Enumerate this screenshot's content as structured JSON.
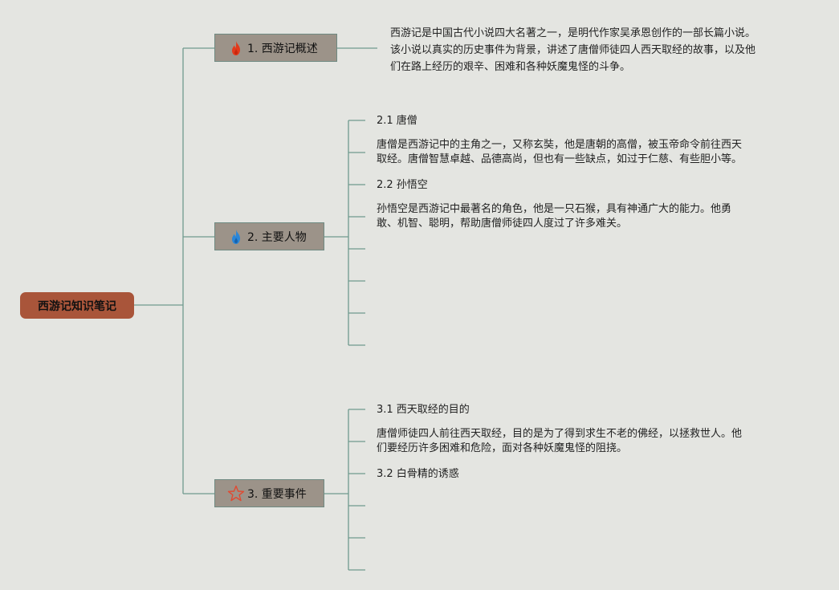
{
  "root": {
    "label": "西游记知识笔记"
  },
  "branches": [
    {
      "label": "1. 西游记概述",
      "icon": "fire-red-icon",
      "text": [
        "西游记是中国古代小说四大名著之一，是明代作家吴承恩创作的一部长篇小说。",
        "该小说以真实的历史事件为背景，讲述了唐僧师徒四人西天取经的故事，以及他",
        "们在路上经历的艰辛、困难和各种妖魔鬼怪的斗争。"
      ]
    },
    {
      "label": "2. 主要人物",
      "icon": "fire-blue-icon",
      "items": [
        {
          "title": "2.1 唐僧",
          "text": [
            "唐僧是西游记中的主角之一，又称玄奘，他是唐朝的高僧，被玉帝命令前往西天",
            "取经。唐僧智慧卓越、品德高尚，但也有一些缺点，如过于仁慈、有些胆小等。"
          ]
        },
        {
          "title": "2.2 孙悟空",
          "text": [
            "孙悟空是西游记中最著名的角色，他是一只石猴，具有神通广大的能力。他勇",
            "敢、机智、聪明，帮助唐僧师徒四人度过了许多难关。"
          ]
        }
      ]
    },
    {
      "label": "3. 重要事件",
      "icon": "star-outline-icon",
      "items": [
        {
          "title": "3.1 西天取经的目的",
          "text": [
            "唐僧师徒四人前往西天取经，目的是为了得到求生不老的佛经，以拯救世人。他",
            "们要经历许多困难和危险，面对各种妖魔鬼怪的阻挠。"
          ]
        },
        {
          "title": "3.2 白骨精的诱惑",
          "text": []
        }
      ]
    }
  ],
  "colors": {
    "background": "#e4e5e1",
    "root_fill": "#a9553a",
    "branch_fill": "#9c9389",
    "connector": "#6f9a8e"
  }
}
